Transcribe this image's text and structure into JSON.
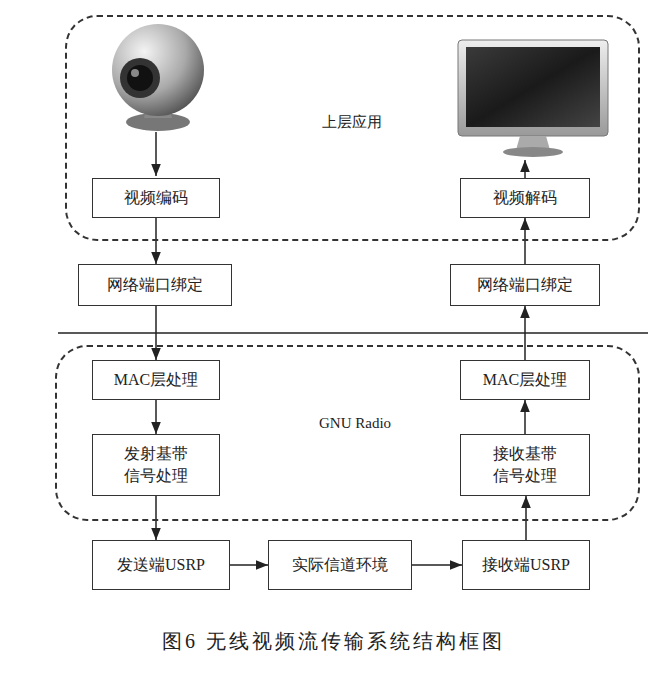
{
  "diagram": {
    "caption": "图6 无线视频流传输系统结构框图",
    "nodes": [
      {
        "text": [
          "上层应用"
        ]
      },
      {
        "text": [
          "视频编码"
        ],
        "in": 0
      },
      {
        "text": [
          "视频解码"
        ],
        "in": 0
      },
      {
        "text": [
          "网络端口绑定"
        ]
      },
      {
        "text": [
          "网络端口绑定"
        ]
      },
      {
        "text": [
          "GNU Radio"
        ]
      },
      {
        "text": [
          "MAC层处理"
        ],
        "in": 5
      },
      {
        "text": [
          "MAC层处理"
        ],
        "in": 5
      },
      {
        "text": [
          "发射基带 信号处理"
        ],
        "in": 5
      },
      {
        "text": [
          "接收基带 信号处理"
        ],
        "in": 5
      },
      {
        "text": [
          "发送端USRP"
        ]
      },
      {
        "text": [
          "实际信道环境"
        ]
      },
      {
        "text": [
          "接收端USRP"
        ]
      }
    ],
    "edges": [
      {
        "from": 1,
        "to": 3,
        "arrow": "to"
      },
      {
        "from": 3,
        "to": 6,
        "arrow": "to"
      },
      {
        "from": 6,
        "to": 8,
        "arrow": "to"
      },
      {
        "from": 8,
        "to": 10,
        "arrow": "to"
      },
      {
        "from": 10,
        "to": 11,
        "arrow": "to"
      },
      {
        "from": 11,
        "to": 12,
        "arrow": "to"
      },
      {
        "from": 12,
        "to": 9,
        "arrow": "to"
      },
      {
        "from": 9,
        "to": 7,
        "arrow": "to"
      },
      {
        "from": 7,
        "to": 4,
        "arrow": "to"
      },
      {
        "from": 4,
        "to": 2,
        "arrow": "to"
      }
    ]
  }
}
